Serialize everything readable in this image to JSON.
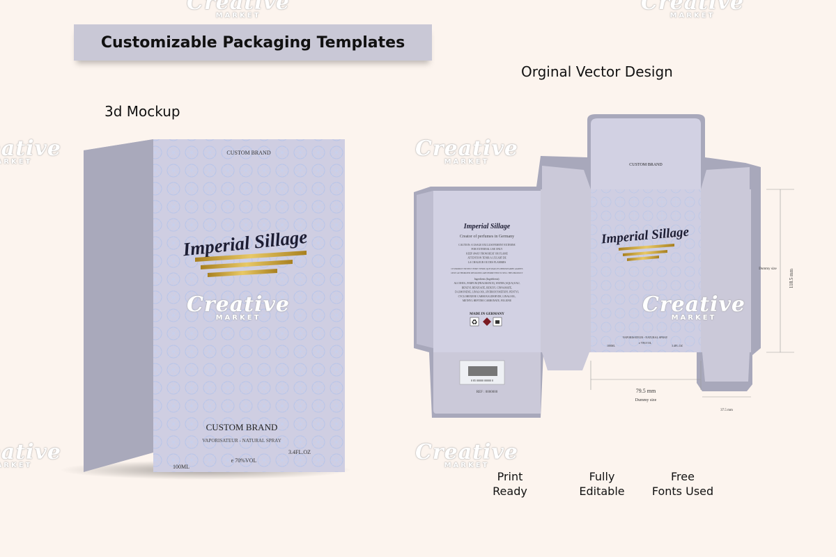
{
  "header": {
    "title": "Customizable Packaging Templates"
  },
  "labels": {
    "mockup": "3d Mockup",
    "vector": "Orginal Vector Design"
  },
  "box": {
    "brand_top": "CUSTOM BRAND",
    "product_name": "Imperial Sillage",
    "brand_bottom": "CUSTOM BRAND",
    "spray": "VAPORISATEUR - NATURAL SPRAY",
    "volume_ml": "100ML",
    "vol_pct": "e 70%VOL",
    "volume_oz": "3.4FL.OZ"
  },
  "dieline": {
    "top_brand": "CUSTOM BRAND",
    "product_name": "Imperial Sillage",
    "back_name": "Imperial Sillage",
    "back_subtitle": "Creator of perfumes in Germany",
    "back_lines": [
      "CAUTION: A USAGE EXCLUSIVEMENT EXTERNE",
      "FOR EXTERNAL USE ONLY",
      "KEEP AWAY FROM HEAT OR FLAME",
      "ATTENTION TENIR A L'ECART DE",
      "LA CHALEUR OU DES FLAMMES",
      "CE PRODUIT NE PEUT ETRE VENDU QUE PAR LES DEPOSITAIRES AGREES",
      "ONLY AUTHORIZED RETAILERS ARE PERMITTED TO SELL THIS PRODUCT",
      "Ingredients (Ingrédients):",
      "ALCOHOL, PARFUM (FRAGRANCE), WATER (AQUA) EAU,",
      "BENZYL BENZOATE, BENZYL CINNAMATE,",
      "D-LIMONENE, LINALOOL, HYDROXYMETHYL PENTYL",
      "CYCLOHEXENE CARBOXALDEHYDE, LINALOOL,",
      "METHYL HEPTINE CARBONATE, FOLIONE"
    ],
    "made_in": "MADE IN GERMANY",
    "barcode": "0  85  00000  00000  0",
    "ref": "REF : 0000000",
    "front_spray": "VAPORISATEUR - NATURAL SPRAY",
    "front_ml": "100ML",
    "front_vol": "e 70%VOL",
    "front_oz": "3.4FL.OZ",
    "dim_height": "118.5 mm",
    "dim_height_note": "Dummy size",
    "dim_width": "79.5 mm",
    "dim_width_note": "Dummy size",
    "dim_depth": "37.5 mm"
  },
  "features": [
    {
      "line1": "Print",
      "line2": "Ready"
    },
    {
      "line1": "Fully",
      "line2": "Editable"
    },
    {
      "line1": "Free",
      "line2": "Fonts Used"
    }
  ],
  "watermark": {
    "word": "Creative",
    "sub": "MARKET"
  },
  "colors": {
    "background": "#fcf4ee",
    "banner": "#c9c8d6",
    "box_front": "#cfcee2",
    "box_side": "#a9a9bb",
    "box_top": "#bdbccd",
    "gold": "#c9a23a",
    "dieline": "#cbc9d9"
  }
}
